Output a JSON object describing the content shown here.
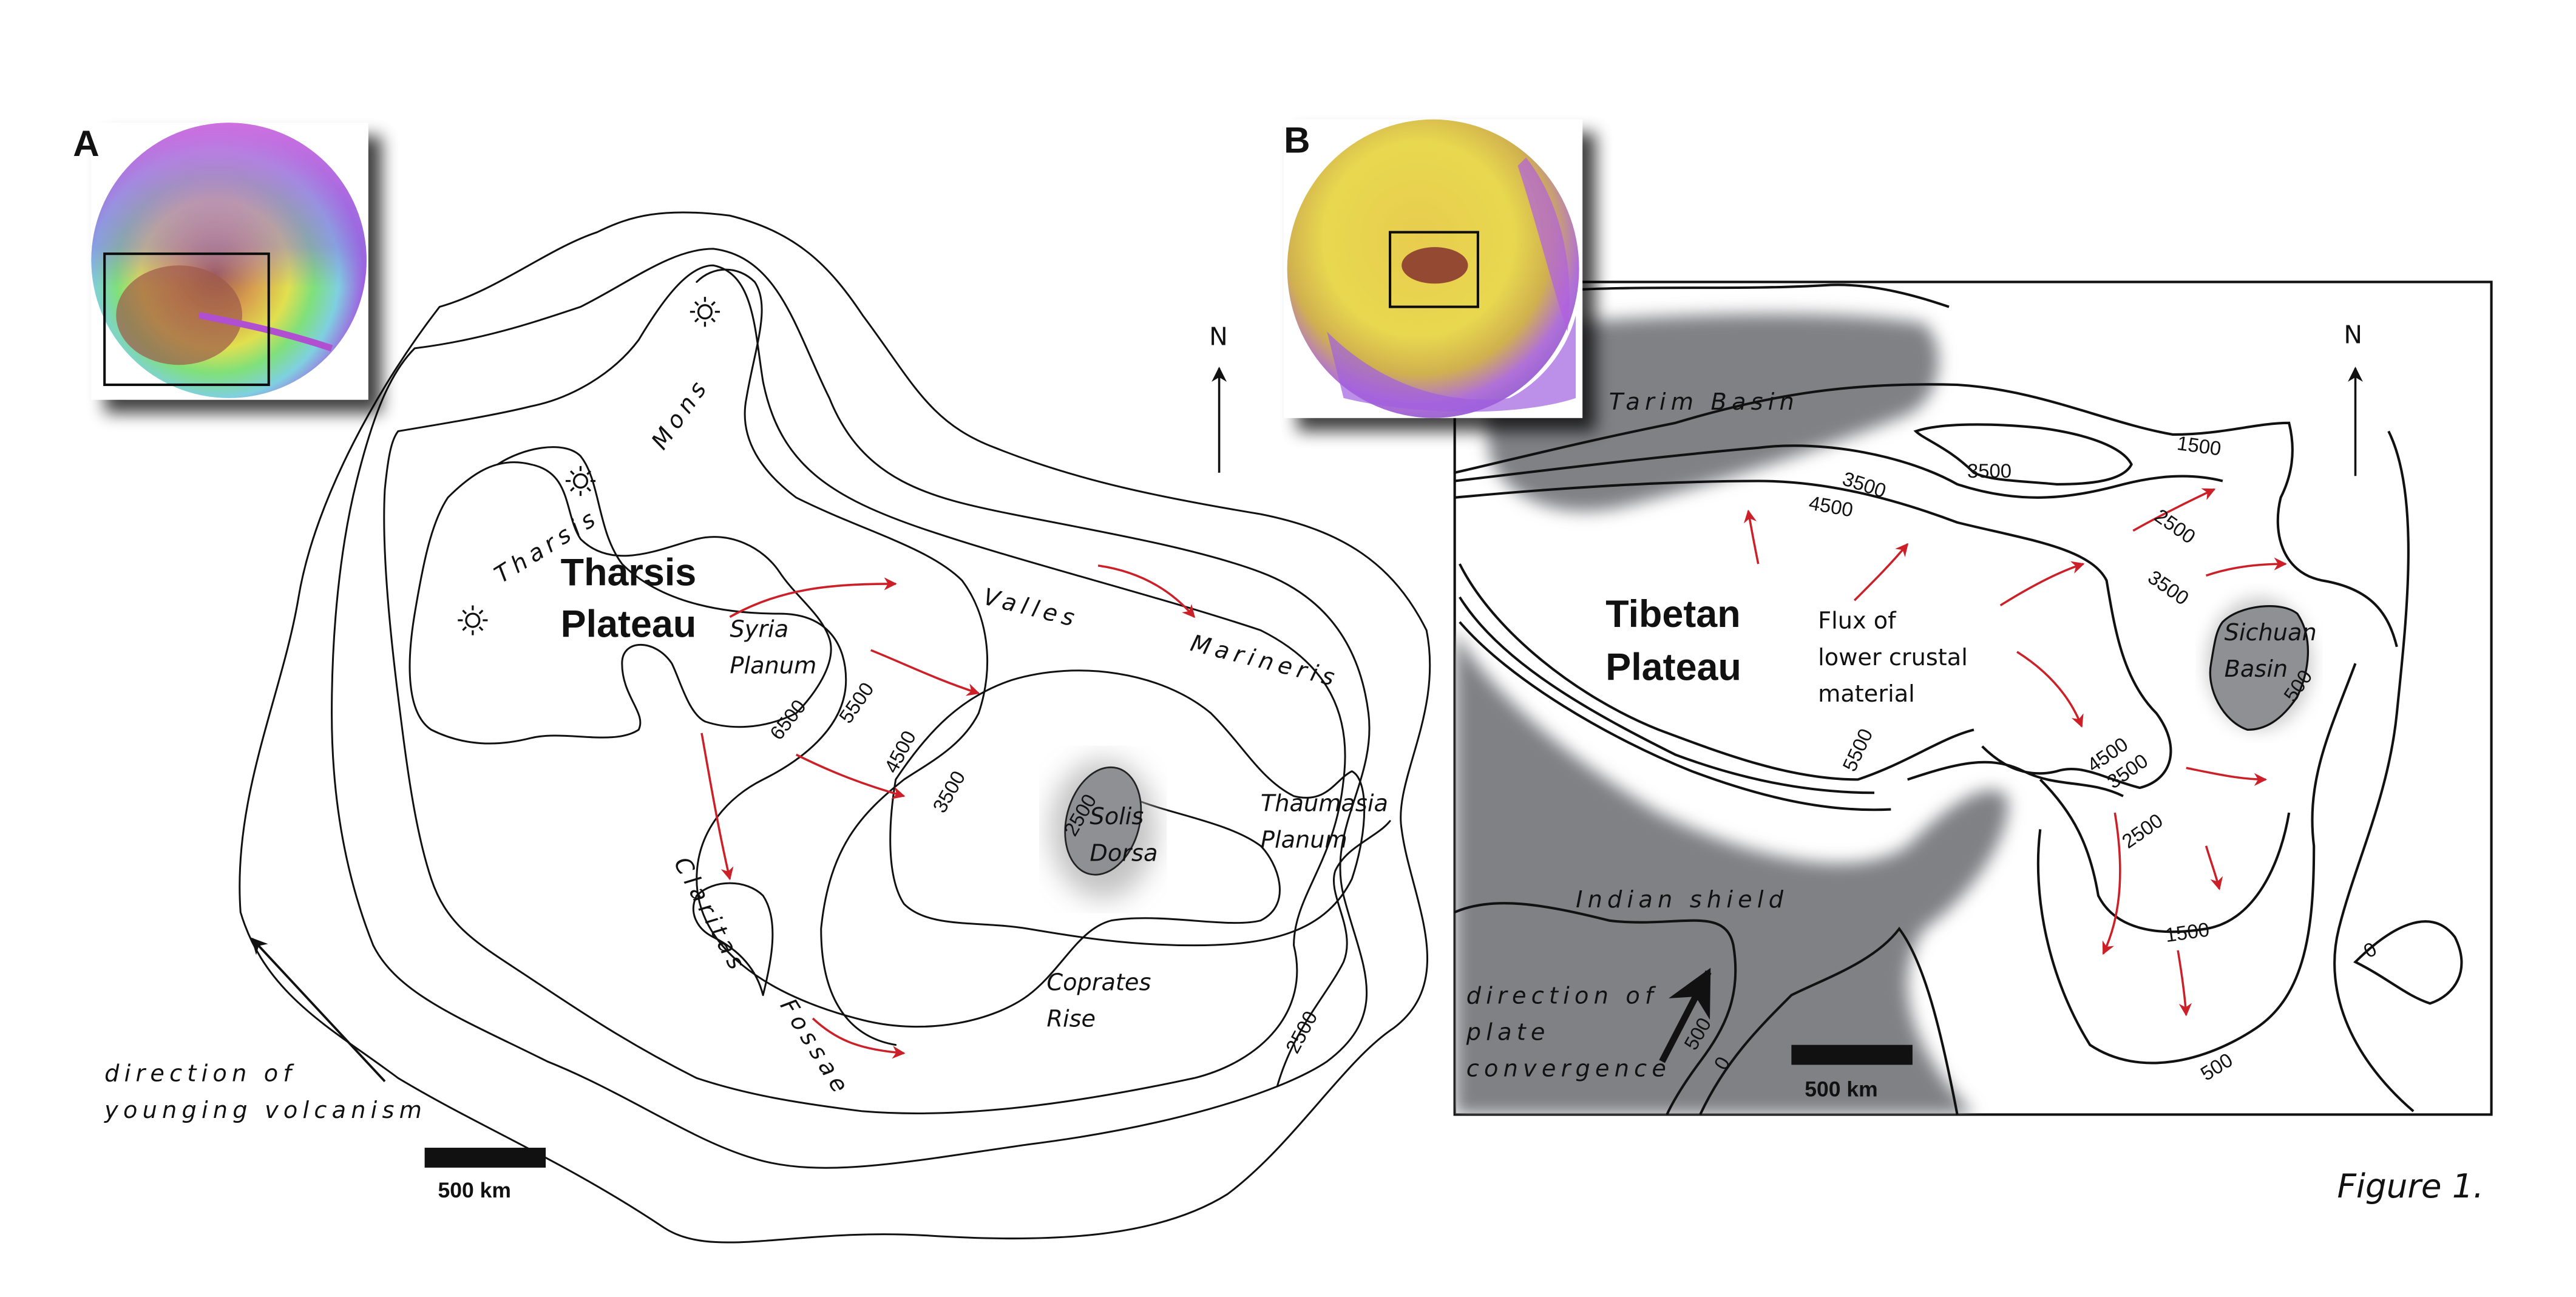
{
  "figure": {
    "caption": "Figure 1.",
    "colors": {
      "flow_arrow": "#cc1f27",
      "contour": "#111111",
      "basin_fill": "#808185",
      "background": "#ffffff"
    }
  },
  "panel_a": {
    "letter": "A",
    "inset_subject": "Mars topographic globe (Tharsis region boxed)",
    "north_label": "N",
    "title_line1": "Tharsis",
    "title_line2": "Plateau",
    "feature_labels": {
      "tharsis": "Tharsis",
      "mons": "Mons",
      "syria_line1": "Syria",
      "syria_line2": "Planum",
      "valles": "Valles",
      "marineris": "Marineris",
      "claritas": "Claritas",
      "fossae": "Fossae",
      "solis_line1": "Solis",
      "solis_line2": "Dorsa",
      "thaumasia_line1": "Thaumasia",
      "thaumasia_line2": "Planum",
      "coprates_line1": "Coprates",
      "coprates_line2": "Rise"
    },
    "contour_labels": [
      "6500",
      "5500",
      "4500",
      "3500",
      "2500",
      "2500"
    ],
    "direction_line1": "direction of",
    "direction_line2": "younging volcanism",
    "scale_label": "500 km",
    "volcano_icon_count": 3
  },
  "panel_b": {
    "letter": "B",
    "inset_subject": "Earth topographic globe (Tibet region boxed)",
    "north_label": "N",
    "title_line1": "Tibetan",
    "title_line2": "Plateau",
    "flux_line1": "Flux of",
    "flux_line2": "lower crustal",
    "flux_line3": "material",
    "feature_labels": {
      "tarim": "Tarim Basin",
      "indian": "Indian shield",
      "sichuan_line1": "Sichuan",
      "sichuan_line2": "Basin"
    },
    "contour_labels": {
      "c1500_top": "1500",
      "c3500_mid": "3500",
      "c3500_left": "3500",
      "c4500_left": "4500",
      "c2500_right": "2500",
      "c3500_right": "3500",
      "c500_sichuan": "500",
      "c5500": "5500",
      "c4500_low": "4500",
      "c3500_low": "3500",
      "c2500_low": "2500",
      "c1500_low": "1500",
      "c500_low": "500",
      "c0_right": "0",
      "c500_india": "500",
      "c0_india": "0"
    },
    "direction_line1": "direction of",
    "direction_line2": "plate",
    "direction_line3": "convergence",
    "scale_label": "500 km"
  }
}
